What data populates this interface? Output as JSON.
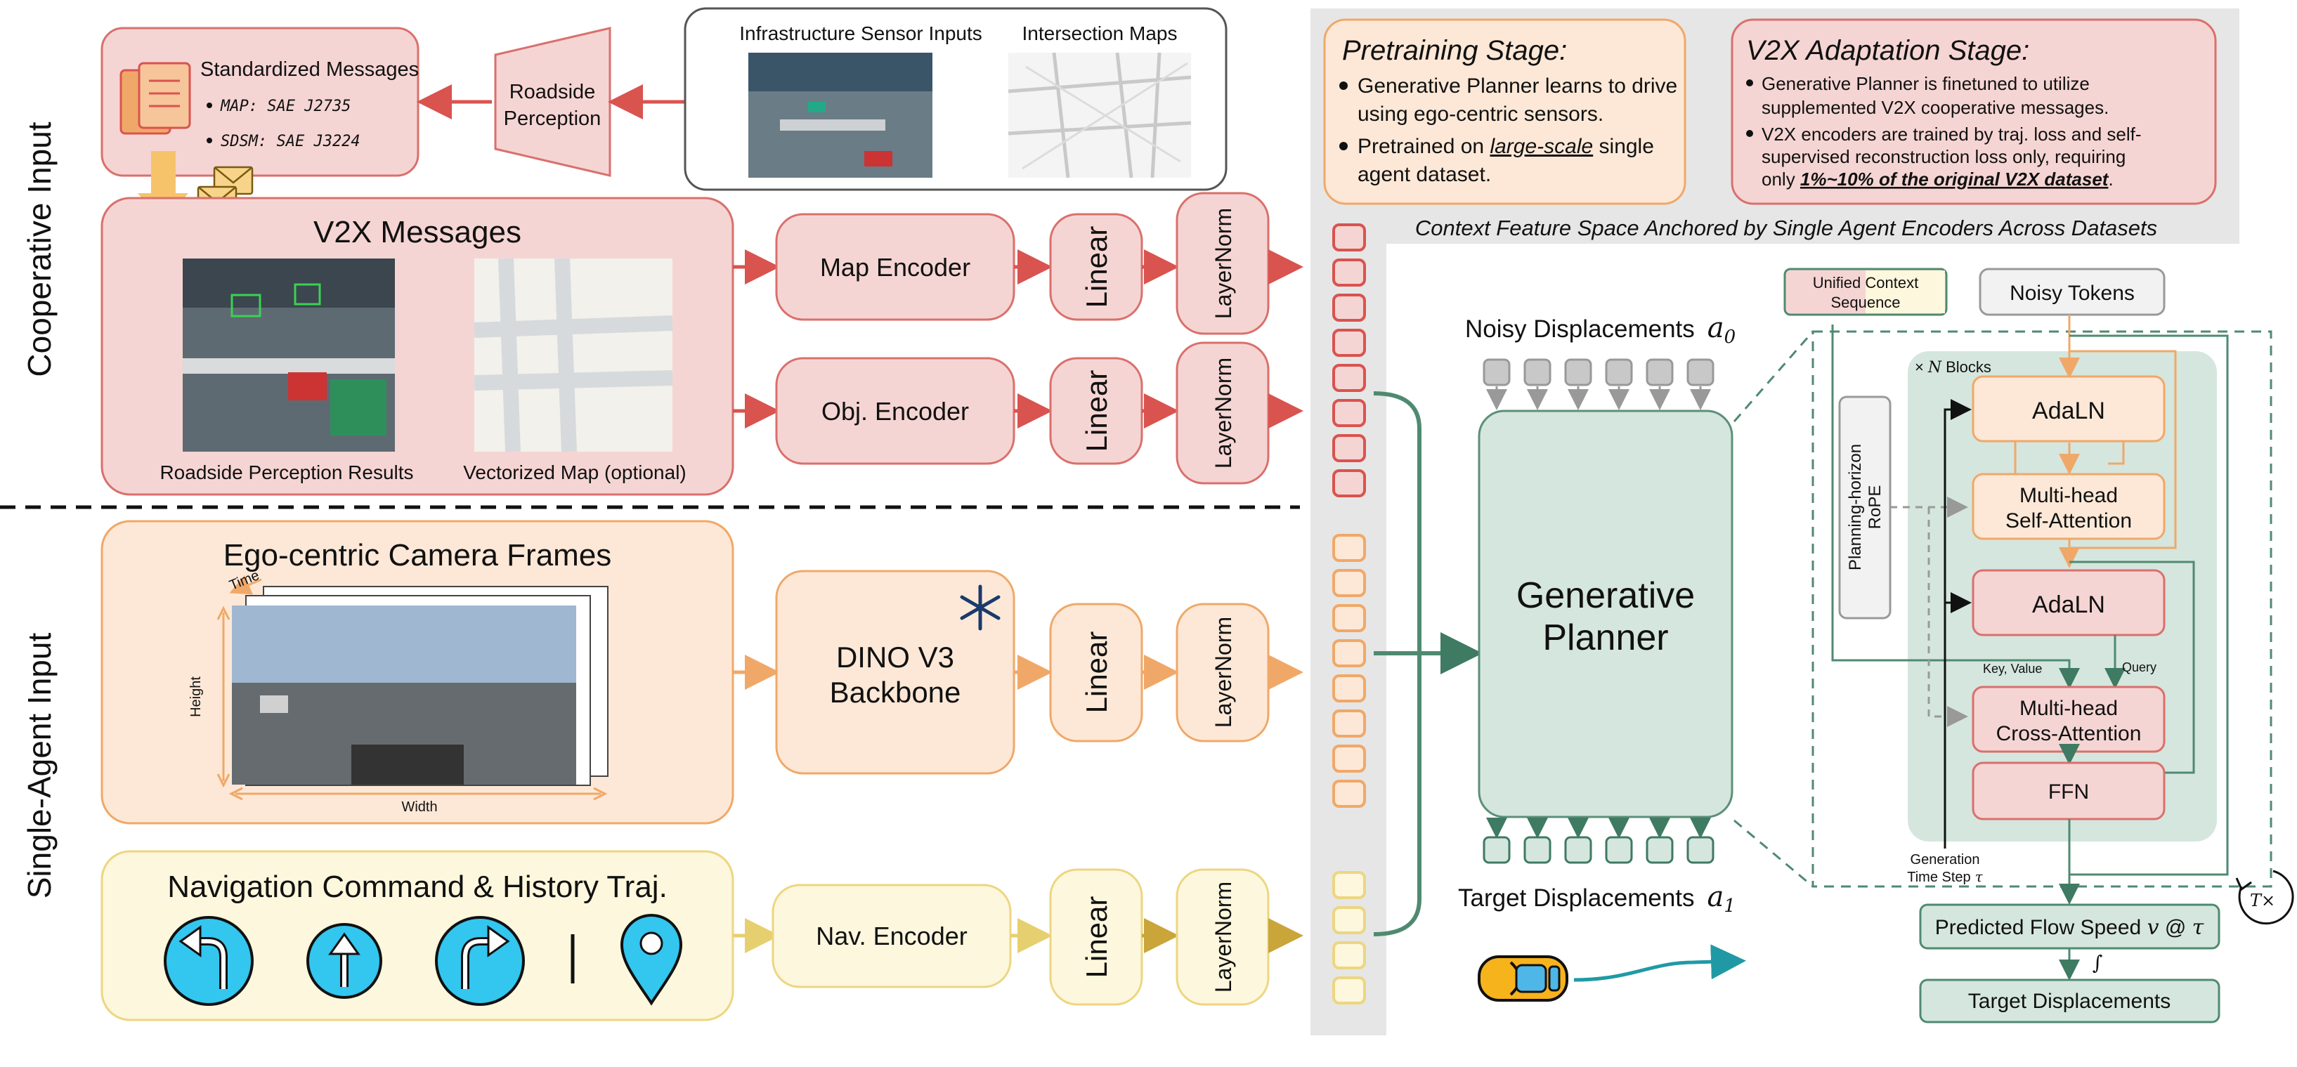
{
  "side_labels": {
    "cooperative": "Cooperative Input",
    "single_agent": "Single-Agent Input"
  },
  "coop": {
    "standardized_messages": "Standardized Messages",
    "msg_map": "MAP: SAE J2735",
    "msg_sdsm": "SDSM: SAE J3224",
    "roadside_perception": [
      "Roadside",
      "Perception"
    ],
    "infra_sensor_inputs": "Infrastructure Sensor Inputs",
    "intersection_maps": "Intersection Maps",
    "v2x_messages": "V2X Messages",
    "roadside_perception_results": "Roadside Perception Results",
    "vectorized_map": "Vectorized Map (optional)",
    "map_encoder": "Map Encoder",
    "obj_encoder": "Obj. Encoder"
  },
  "single": {
    "ego_frames": "Ego-centric Camera Frames",
    "time": "Time",
    "height": "Height",
    "width": "Width",
    "dino": [
      "DINO V3",
      "Backbone"
    ],
    "nav_title": "Navigation Command & History Traj.",
    "nav_encoder": "Nav. Encoder"
  },
  "common": {
    "linear": "Linear",
    "layernorm": "LayerNorm"
  },
  "stages": {
    "pretrain_title": "Pretraining Stage:",
    "pretrain_b1": [
      "Generative Planner learns to drive",
      "using ego-centric sensors."
    ],
    "pretrain_b2_pre": "Pretrained on ",
    "pretrain_b2_em": "large-scale",
    "pretrain_b2_post": " single",
    "pretrain_b2_line2": "agent dataset.",
    "v2x_title": "V2X Adaptation Stage:",
    "v2x_b1": [
      "Generative Planner is finetuned to utilize",
      "supplemented V2X cooperative messages."
    ],
    "v2x_b2": [
      "V2X encoders are trained by traj. loss and self-",
      "supervised reconstruction loss only, requiring"
    ],
    "v2x_b2_pre": "only ",
    "v2x_b2_em": "1%~10% of the original V2X dataset",
    "v2x_b2_post": ".",
    "context_caption": "Context Feature Space Anchored by Single Agent Encoders Across Datasets"
  },
  "planner": {
    "noisy_displacements": "Noisy Displacements",
    "a0": "a",
    "a0_sub": "0",
    "generative_planner": [
      "Generative",
      "Planner"
    ],
    "target_displacements": "Target Displacements",
    "a1": "a",
    "a1_sub": "1"
  },
  "blocks": {
    "unified_context": [
      "Unified Context",
      "Sequence"
    ],
    "noisy_tokens": "Noisy Tokens",
    "n_blocks_prefix": "×",
    "n_blocks_n": "N",
    "n_blocks_suffix": "Blocks",
    "rope": [
      "Planning-horizon",
      "RoPE"
    ],
    "adaln_1": "AdaLN",
    "mhsa": [
      "Multi-head",
      "Self-Attention"
    ],
    "adaln_2": "AdaLN",
    "key_value": "Key, Value",
    "query": "Query",
    "mhca": [
      "Multi-head",
      "Cross-Attention"
    ],
    "ffn": "FFN",
    "gen_time": [
      "Generation",
      "Time Step"
    ],
    "tau": "τ",
    "t_times": "T×",
    "pred_flow_prefix": "Predicted Flow Speed ",
    "pred_flow_v": "v",
    "pred_flow_at": " @ ",
    "pred_flow_tau": "τ",
    "integral": "∫",
    "target_displacements_out": "Target Displacements"
  },
  "colors": {
    "red_fill": "#f5d5d3",
    "red_stroke": "#d9706c",
    "orange_fill": "#fde8d7",
    "orange_stroke": "#f0a868",
    "yellow_fill": "#fdf7dd",
    "yellow_stroke": "#ecd680",
    "green_fill": "#d5e6df",
    "green_stroke": "#5c8f79",
    "gray_panel": "#e6e6e6"
  }
}
